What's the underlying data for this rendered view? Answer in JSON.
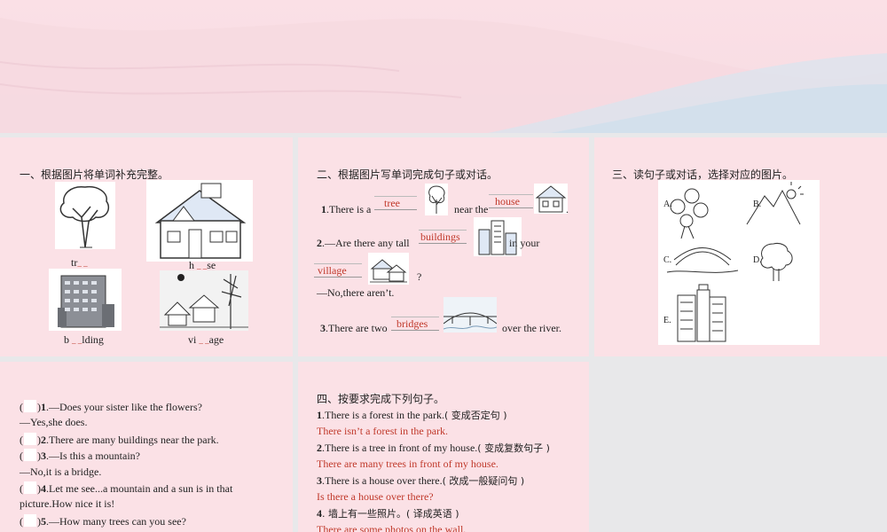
{
  "section1": {
    "title": "一、根据图片将单词补充完整。",
    "words": [
      {
        "pre": "tr",
        "post": ""
      },
      {
        "pre": "h",
        "post": "se"
      },
      {
        "pre": "b",
        "post": "lding"
      },
      {
        "pre": "vi",
        "post": "age"
      }
    ]
  },
  "section2": {
    "title": "二、根据图片写单词完成句子或对话。",
    "q1_num": "1",
    "q1_a": ".There is a",
    "q1_ans1": "tree",
    "q1_b": "near the",
    "q1_ans2": "house",
    "q1_end": ".",
    "q2_num": "2",
    "q2_a": ".—Are there any tall",
    "q2_ans1": "buildings",
    "q2_b": "in your",
    "q2_ans2": "village",
    "q2_q": "?",
    "q2_reply": "—No,there aren’t.",
    "q3_num": "3",
    "q3_a": ".There are two",
    "q3_ans": "bridges",
    "q3_b": "over the river."
  },
  "section3": {
    "title": "三、读句子或对话，选择对应的图片。",
    "labels": [
      "A.",
      "B.",
      "C.",
      "D.",
      "E."
    ],
    "questions": [
      {
        "num": "1",
        "text": ".—Does your sister like the flowers?",
        "reply": "—Yes,she does."
      },
      {
        "num": "2",
        "text": ".There are many buildings near the park.",
        "reply": ""
      },
      {
        "num": "3",
        "text": ".—Is this a mountain?",
        "reply": "—No,it is a bridge."
      },
      {
        "num": "4",
        "text": ".Let me see...a mountain and a sun is in that",
        "reply": "picture.How nice it is!"
      },
      {
        "num": "5",
        "text": ".—How many trees can you see?",
        "reply": ""
      }
    ]
  },
  "section4": {
    "title": "四、按要求完成下列句子。",
    "items": [
      {
        "num": "1",
        "q": ".There is a forest in the park.",
        "hint": "( 变成否定句 )",
        "ans": "There isn’t a forest in the park."
      },
      {
        "num": "2",
        "q": ".There is a tree in front of my house.",
        "hint": "( 变成复数句子 )",
        "ans": "There are many trees in front of my house."
      },
      {
        "num": "3",
        "q": ".There is a house over there.",
        "hint": "( 改成一般疑问句 )",
        "ans": "Is there a house over there?"
      },
      {
        "num": "4",
        "q": ". 墙上有一些照片。",
        "hint": "( 译成英语 )",
        "ans": "There are some photos on the wall."
      }
    ]
  },
  "colors": {
    "answer": "#c0392b",
    "panel": "#fbe1e6",
    "banner": "#f8dde4",
    "background": "#e8e8ea"
  }
}
